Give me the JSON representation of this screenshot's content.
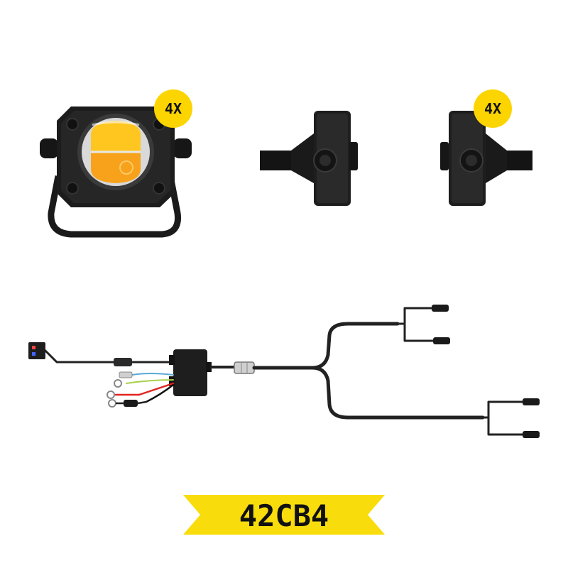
{
  "product": {
    "model_code": "42CB4"
  },
  "quantity_badges": {
    "lights": "4X",
    "mounts": "4X"
  },
  "colors": {
    "badge_yellow": "#fcd500",
    "banner_yellow": "#f9dc0b",
    "lens_amber": "#f7a21a",
    "lens_yellow": "#ffc61f",
    "housing_black": "#1c1c1c",
    "wire_black": "#222222"
  },
  "icons": {
    "light": "fog-light-icon",
    "mount": "mount-bracket-icon",
    "harness": "wiring-harness-icon"
  }
}
